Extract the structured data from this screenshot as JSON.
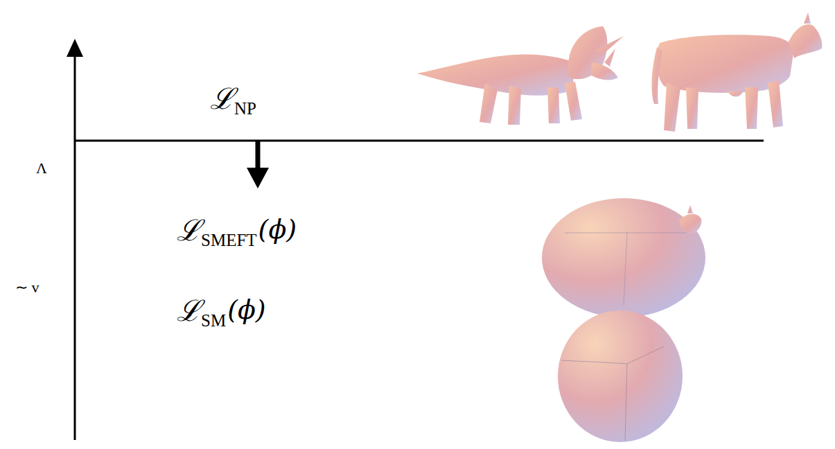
{
  "diagram": {
    "labels": [
      "ℒ",
      "NP",
      "Λ",
      "ℒ",
      "SMEFT",
      "(ϕ)",
      "∼ v",
      "ℒ",
      "SM",
      "(ϕ)"
    ]
  }
}
